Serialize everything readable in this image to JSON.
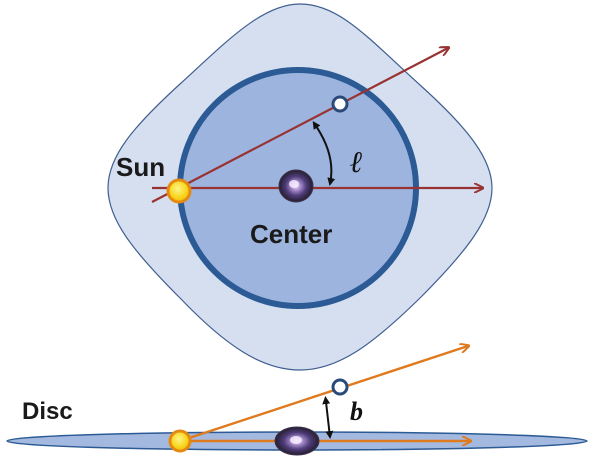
{
  "labels": {
    "sun": "Sun",
    "center": "Center",
    "longitude_symbol": "ℓ",
    "disc": "Disc",
    "latitude_symbol": "b"
  },
  "colors": {
    "outer_halo": "#d5dff0",
    "outer_halo_stroke": "#3f5f8f",
    "inner_disc": "#9db4de",
    "inner_disc_stroke": "#2c5a94",
    "top_arrows": "#993333",
    "bottom_arrows": "#e07a1e",
    "sun_fill": "#f7d417",
    "sun_stroke": "#e58a10",
    "marker_fill": "#ffffff",
    "marker_stroke": "#2a4a7a",
    "flat_disc": "#a4b9df",
    "text": "#1a1a1a"
  },
  "icons": {
    "galaxy": "galaxy-image-icon",
    "sun": "sun-icon",
    "target": "target-marker-icon",
    "angle": "curved-double-arrow-icon"
  }
}
